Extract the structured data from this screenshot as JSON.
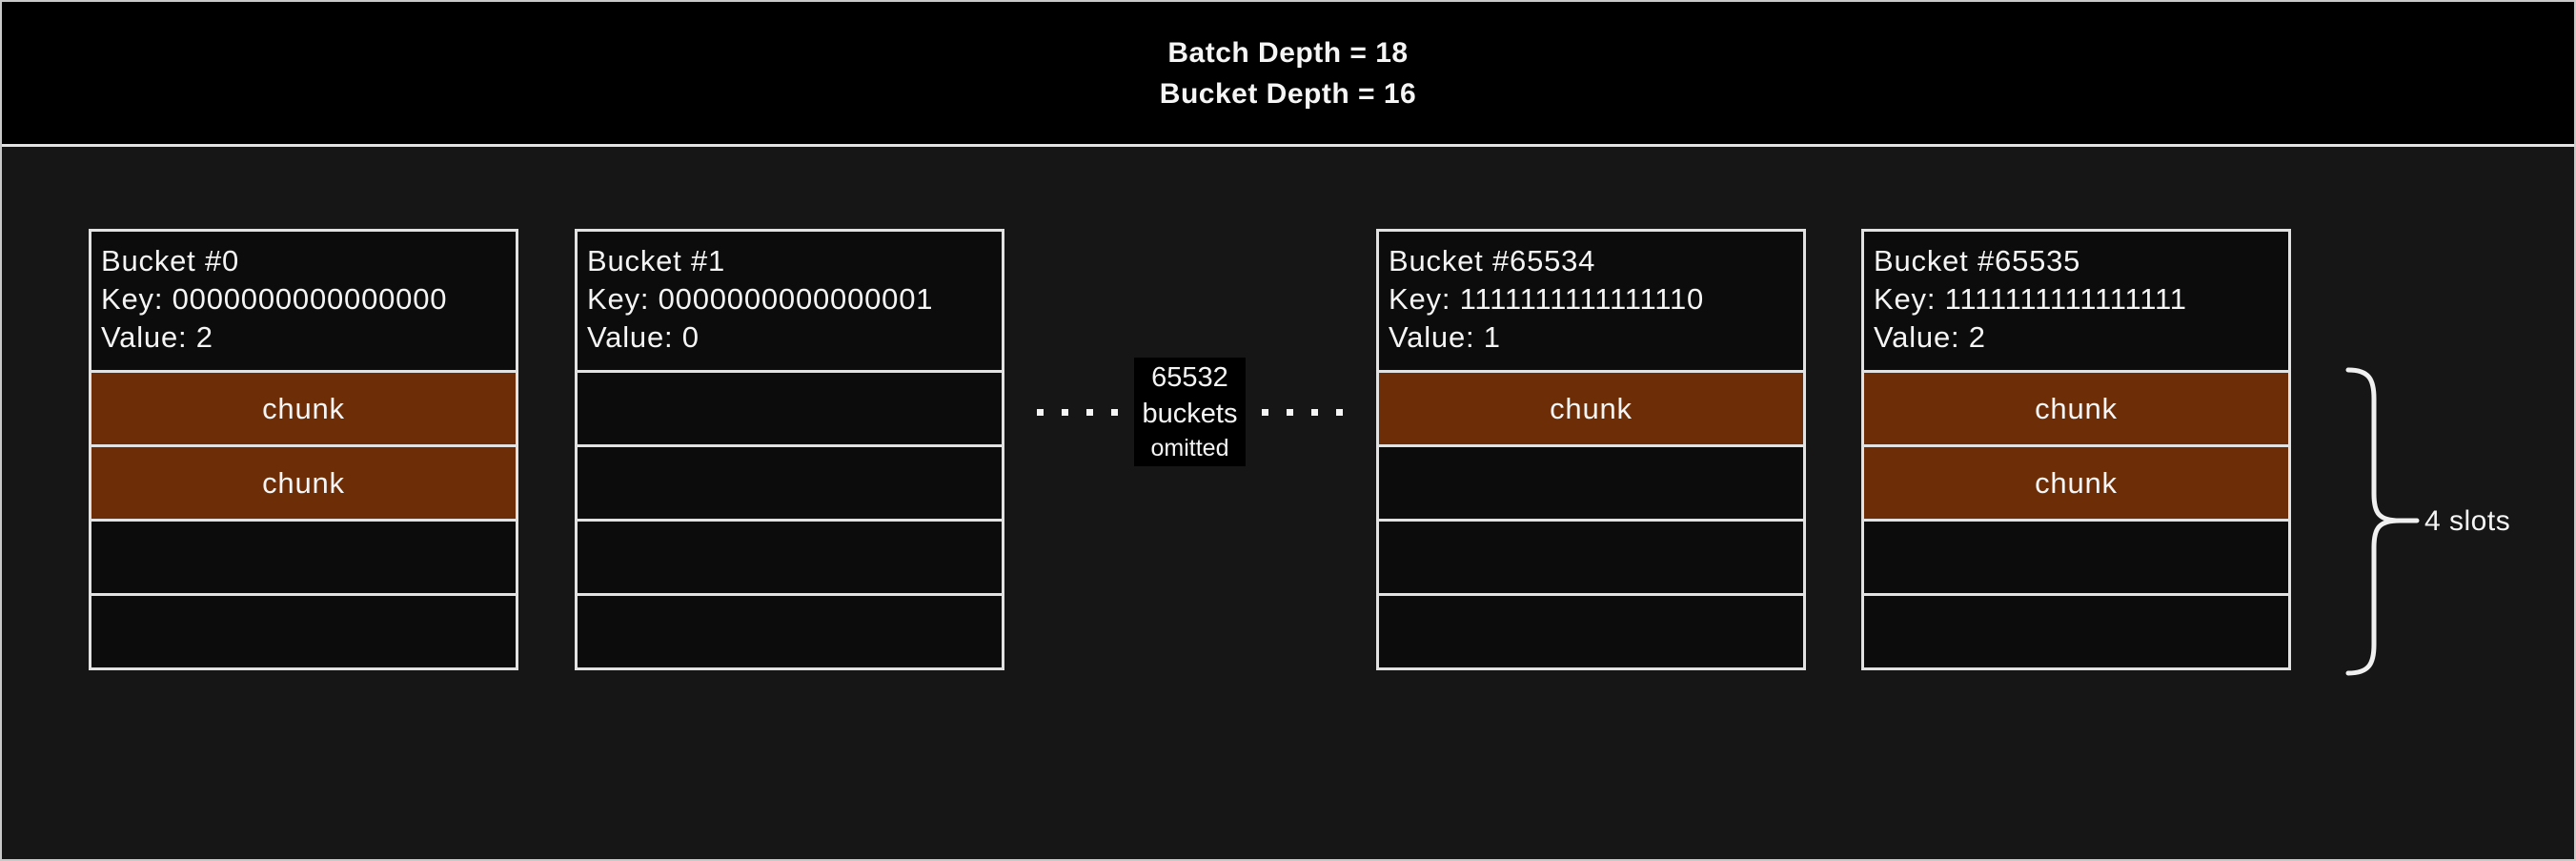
{
  "title_panel": {
    "lines": [
      "Batch Depth = 18",
      "Bucket Depth = 16"
    ]
  },
  "buckets": [
    {
      "title": "Bucket #0",
      "key_line": "Key: 0000000000000000",
      "value_line": "Value: 2",
      "slots": [
        "chunk",
        "chunk",
        "",
        ""
      ]
    },
    {
      "title": "Bucket #1",
      "key_line": "Key: 0000000000000001",
      "value_line": "Value: 0",
      "slots": [
        "",
        "",
        "",
        ""
      ]
    },
    {
      "title": "Bucket #65534",
      "key_line": "Key: 1111111111111110",
      "value_line": "Value: 1",
      "slots": [
        "chunk",
        "",
        "",
        ""
      ]
    },
    {
      "title": "Bucket #65535",
      "key_line": "Key: 1111111111111111",
      "value_line": "Value: 2",
      "slots": [
        "chunk",
        "chunk",
        "",
        ""
      ]
    }
  ],
  "omitted_note": {
    "line1": "65532",
    "line2": "buckets",
    "line3": "omitted"
  },
  "slots_brace": {
    "label": "4 slots"
  },
  "colors": {
    "canvas_bg": "#161616",
    "panel_bg": "#000000",
    "bucket_bg": "#0c0c0c",
    "chunk_fill": "#6c2d07",
    "border_light": "#e2e2e2",
    "frame_border": "#c9c9c9",
    "text": "#f5f5f5"
  }
}
